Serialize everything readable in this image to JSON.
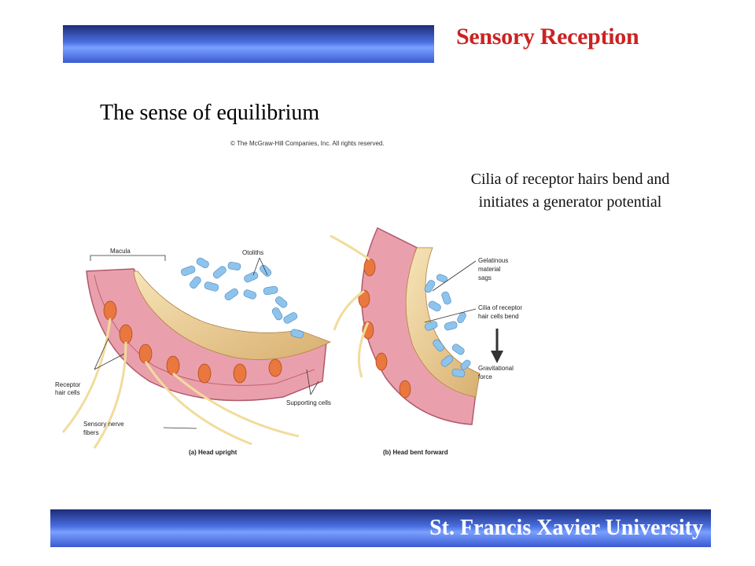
{
  "header": {
    "title": "Sensory Reception"
  },
  "slide": {
    "subtitle": "The sense of equilibrium",
    "copyright": "© The McGraw-Hill Companies, Inc. All rights reserved.",
    "caption": "Cilia of receptor hairs bend and initiates a generator potential"
  },
  "figure": {
    "labels": {
      "macula": "Macula",
      "otoliths": "Otoliths",
      "receptor_hair_cells_1": "Receptor",
      "receptor_hair_cells_2": "hair cells",
      "supporting_cells": "Supporting cells",
      "sensory_nerve_1": "Sensory nerve",
      "sensory_nerve_2": "fibers",
      "gelatinous_1": "Gelatinous",
      "gelatinous_2": "material",
      "gelatinous_3": "sags",
      "cilia_1": "Cilia of receptor",
      "cilia_2": "hair cells bend",
      "gravity_1": "Gravitational",
      "gravity_2": "force",
      "panel_a": "(a) Head upright",
      "panel_b": "(b) Head bent forward"
    },
    "colors": {
      "tissue": "#e8a0a8",
      "gel": "#f0d8a0",
      "otolith": "#8ec4ec",
      "cell": "#e07050"
    }
  },
  "footer": {
    "text": "St. Francis Xavier University"
  },
  "colors": {
    "bar": "#3a5ad0",
    "title": "#cc2222",
    "footer_text": "#ffffff"
  }
}
